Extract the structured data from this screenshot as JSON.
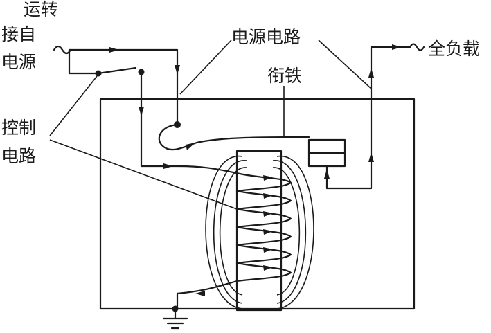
{
  "labels": {
    "operation": "运转",
    "from_1": "接自",
    "from_2": "电源",
    "power_circuit": "电源电路",
    "armature": "衔铁",
    "full_load": "全负载",
    "control_1": "控制",
    "control_2": "电路"
  },
  "colors": {
    "ink": "#1a1a1a",
    "background": "#ffffff"
  }
}
